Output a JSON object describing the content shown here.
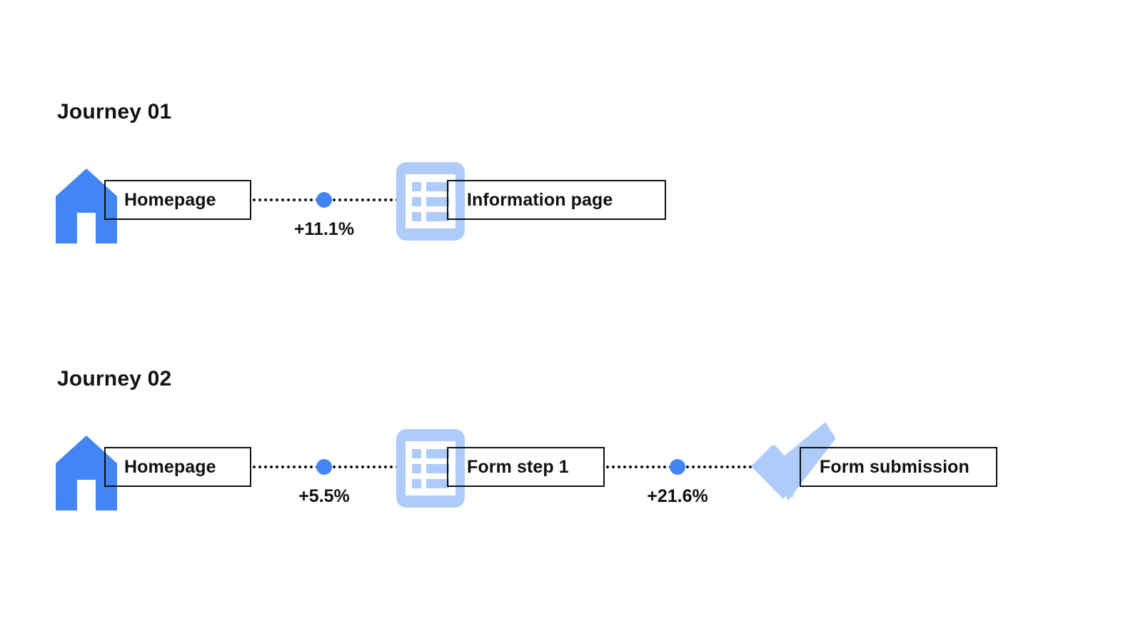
{
  "page": {
    "background": "#ffffff",
    "accent_blue": "#4285F4",
    "accent_light_blue": "#AECBFA",
    "ink": "#111111"
  },
  "journeys": [
    {
      "title": "Journey 01",
      "nodes": [
        {
          "label": "Homepage",
          "icon": "home-icon"
        },
        {
          "label": "Information page",
          "icon": "list-document-icon"
        }
      ],
      "transitions": [
        {
          "value": "+11.1%"
        }
      ]
    },
    {
      "title": "Journey 02",
      "nodes": [
        {
          "label": "Homepage",
          "icon": "home-icon"
        },
        {
          "label": "Form step 1",
          "icon": "list-document-icon"
        },
        {
          "label": "Form submission",
          "icon": "checkmark-icon"
        }
      ],
      "transitions": [
        {
          "value": "+5.5%"
        },
        {
          "value": "+21.6%"
        }
      ]
    }
  ]
}
